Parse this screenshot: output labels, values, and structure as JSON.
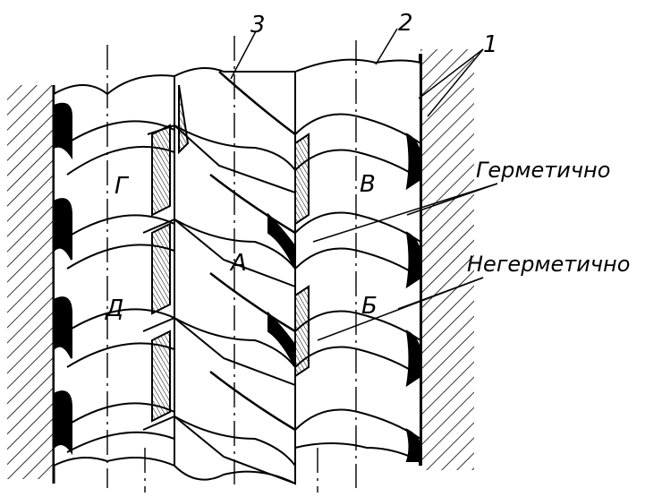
{
  "callouts": {
    "n1": "1",
    "n2": "2",
    "n3": "3"
  },
  "sealing": {
    "tight": "Герметично",
    "leaky": "Негерметично"
  },
  "cavities": {
    "a": "А",
    "b": "Б",
    "v": "В",
    "g": "Г",
    "d": "Д"
  },
  "colors": {
    "ink": "#000000",
    "paper": "#ffffff"
  }
}
